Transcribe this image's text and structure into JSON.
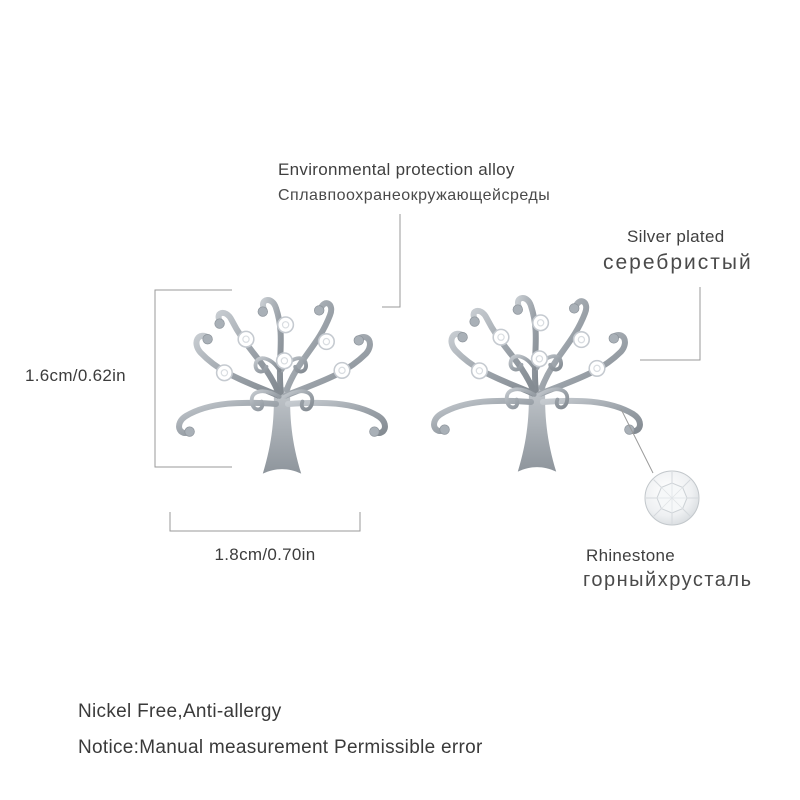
{
  "page": {
    "title": "Tree of Life stud earrings annotated product image"
  },
  "labels": {
    "alloy_en": "Environmental protection alloy",
    "alloy_ru": "Сплавпоохранеокружающейсреды",
    "silver_en": "Silver plated",
    "silver_ru": "серебристый",
    "rhinestone_en": "Rhinestone",
    "rhinestone_ru": "горныйхрусталь",
    "height_measure": "1.6cm/0.62in",
    "width_measure": "1.8cm/0.70in"
  },
  "footer": {
    "line1": "Nickel Free,Anti-allergy",
    "line2": "Notice:Manual measurement Permissible error"
  },
  "icons": [
    "tree-earring-left-image",
    "tree-earring-right-image",
    "rhinestone-icon"
  ],
  "colors": {
    "text": "#3f3f3f",
    "callout_line": "#9a9a9a",
    "silver_light": "#c6cbd0",
    "silver_mid": "#9aa1a8",
    "silver_dark": "#848b92",
    "crystal_stroke": "#c5cad0",
    "background": "#ffffff"
  }
}
